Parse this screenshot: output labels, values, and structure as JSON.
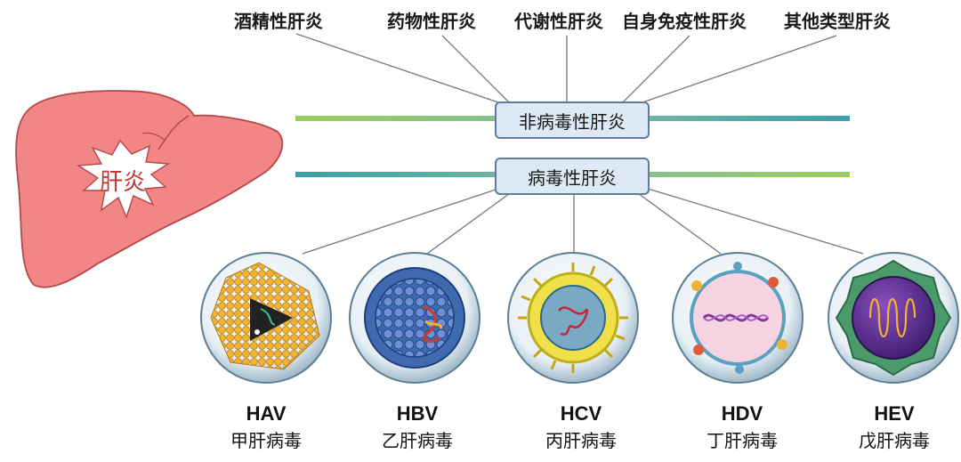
{
  "liver": {
    "label": "肝炎"
  },
  "non_viral": {
    "label": "非病毒性肝炎",
    "types": [
      "酒精性肝炎",
      "药物性肝炎",
      "代谢性肝炎",
      "自身免疫性肝炎",
      "其他类型肝炎"
    ]
  },
  "viral": {
    "label": "病毒性肝炎",
    "viruses": [
      {
        "code": "HAV",
        "name": "甲肝病毒"
      },
      {
        "code": "HBV",
        "name": "乙肝病毒"
      },
      {
        "code": "HCV",
        "name": "丙肝病毒"
      },
      {
        "code": "HDV",
        "name": "丁肝病毒"
      },
      {
        "code": "HEV",
        "name": "戊肝病毒"
      }
    ]
  }
}
